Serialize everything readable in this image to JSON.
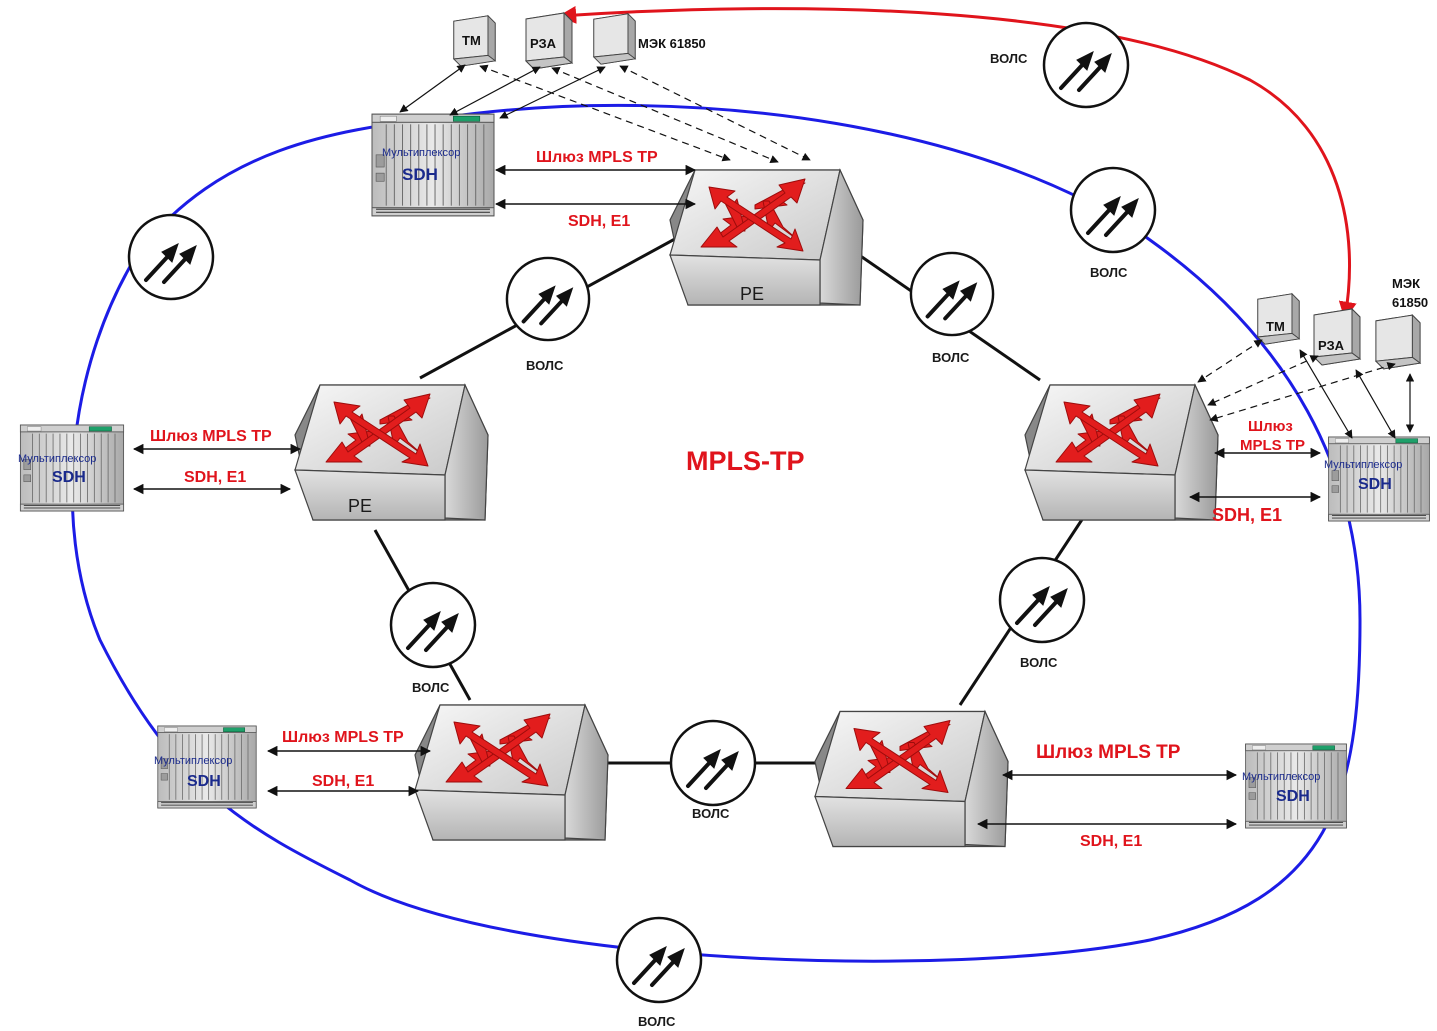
{
  "title": "MPLS-TP",
  "colors": {
    "ring": "#1c1ce6",
    "accent": "#e0141c",
    "mux_label": "#1a2a8c"
  },
  "link_label": "ВОЛС",
  "routers": {
    "top": {
      "label": "PE"
    },
    "left": {
      "label": "PE"
    },
    "right": {
      "label": ""
    },
    "bottom_left": {
      "label": ""
    },
    "bottom_right": {
      "label": ""
    }
  },
  "multiplexers": {
    "top": {
      "title": "Мультиплексор",
      "type": "SDH"
    },
    "left": {
      "title": "Мультиплексор",
      "type": "SDH"
    },
    "right": {
      "title": "Мультиплексор",
      "type": "SDH"
    },
    "bottom_left": {
      "title": "Мультиплексор",
      "type": "SDH"
    },
    "bottom_right": {
      "title": "Мультиплексор",
      "type": "SDH"
    }
  },
  "gateways": {
    "top": {
      "mpls": "Шлюз MPLS TP",
      "sdh": "SDH, E1"
    },
    "left": {
      "mpls": "Шлюз MPLS TP",
      "sdh": "SDH, E1"
    },
    "right": {
      "mpls_line1": "Шлюз",
      "mpls_line2": "MPLS TP",
      "sdh": "SDH, E1"
    },
    "bottom_left": {
      "mpls": "Шлюз MPLS TP",
      "sdh": "SDH, E1"
    },
    "bottom_right": {
      "mpls": "Шлюз MPLS TP",
      "sdh": "SDH, E1"
    }
  },
  "devices": {
    "top": {
      "tm": "ТМ",
      "rza": "РЗА",
      "iec": "МЭК 61850"
    },
    "right": {
      "tm": "ТМ",
      "rza": "РЗА",
      "iec_line1": "МЭК",
      "iec_line2": "61850"
    }
  }
}
